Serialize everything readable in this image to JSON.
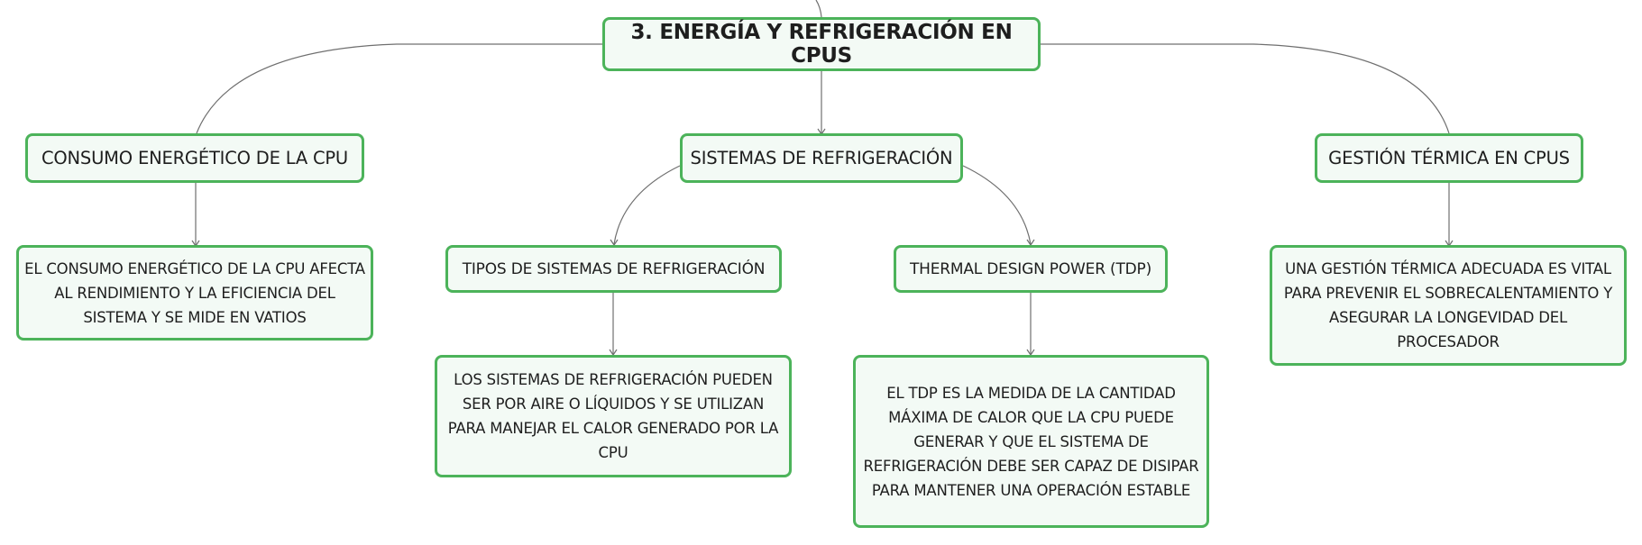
{
  "diagram": {
    "type": "mind-map",
    "colors": {
      "node_border": "#4cb35a",
      "node_fill": "#f3faf5",
      "connector": "#6f6f6f",
      "text": "#1e1e1e"
    },
    "root": {
      "label": "3. ENERGÍA Y REFRIGERACIÓN EN CPUS"
    },
    "branches": {
      "consumo": {
        "label": "CONSUMO ENERGÉTICO DE LA CPU",
        "detail": "EL CONSUMO ENERGÉTICO DE LA CPU AFECTA AL RENDIMIENTO Y LA EFICIENCIA DEL SISTEMA Y SE MIDE EN VATIOS"
      },
      "sistemas": {
        "label": "SISTEMAS DE REFRIGERACIÓN",
        "tipos": {
          "label": "TIPOS DE SISTEMAS DE REFRIGERACIÓN",
          "detail": "LOS SISTEMAS DE REFRIGERACIÓN PUEDEN SER POR AIRE O LÍQUIDOS Y SE UTILIZAN PARA MANEJAR EL CALOR GENERADO POR LA CPU"
        },
        "tdp": {
          "label": "THERMAL DESIGN POWER (TDP)",
          "detail": "EL TDP ES LA MEDIDA DE LA CANTIDAD MÁXIMA DE CALOR QUE LA CPU PUEDE GENERAR Y QUE EL SISTEMA DE REFRIGERACIÓN DEBE SER CAPAZ DE DISIPAR PARA MANTENER UNA OPERACIÓN ESTABLE"
        }
      },
      "gestion": {
        "label": "GESTIÓN TÉRMICA EN CPUS",
        "detail": "UNA GESTIÓN TÉRMICA ADECUADA ES VITAL PARA PREVENIR EL SOBRECALENTAMIENTO Y ASEGURAR LA LONGEVIDAD DEL PROCESADOR"
      }
    }
  }
}
